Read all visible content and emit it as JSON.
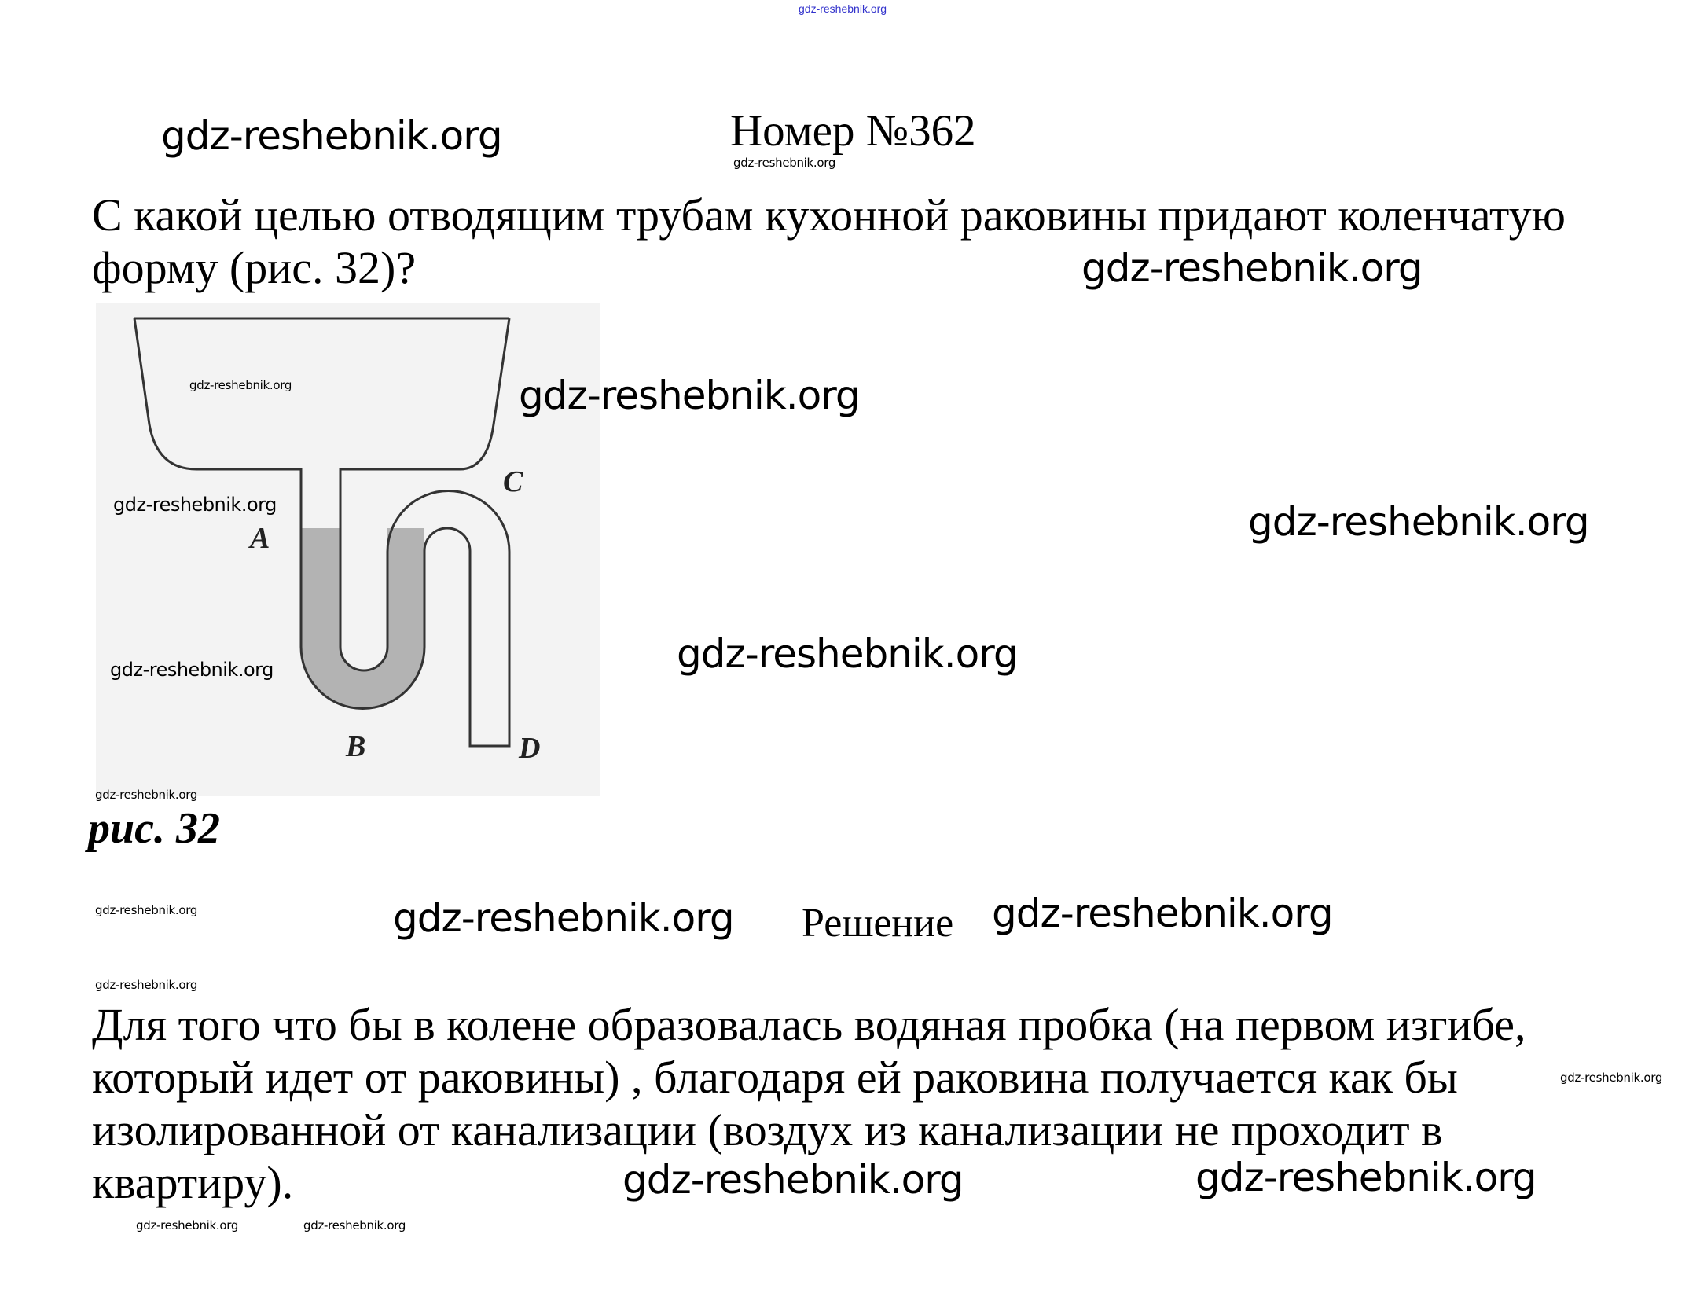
{
  "watermark": "gdz-reshebnik.org",
  "header_watermark": "gdz-reshebnik.org",
  "title": "Номер №362",
  "question": {
    "line1": "С какой целью отводящим трубам кухонной раковины придают коленчатую",
    "line2": "форму (рис. 32)?"
  },
  "figure": {
    "labels": {
      "a": "A",
      "b": "B",
      "c": "C",
      "d": "D"
    },
    "caption": "рис. 32",
    "water_color": "#b3b3b3"
  },
  "solution_heading": "Решение",
  "answer": {
    "lines": [
      "Для того что бы в колене образовалась водяная пробка (на первом изгибе,",
      "который идет от раковины) , благодаря ей раковина получается как бы",
      "изолированной от канализации (воздух из канализации не проходит в",
      "квартиру)."
    ]
  }
}
